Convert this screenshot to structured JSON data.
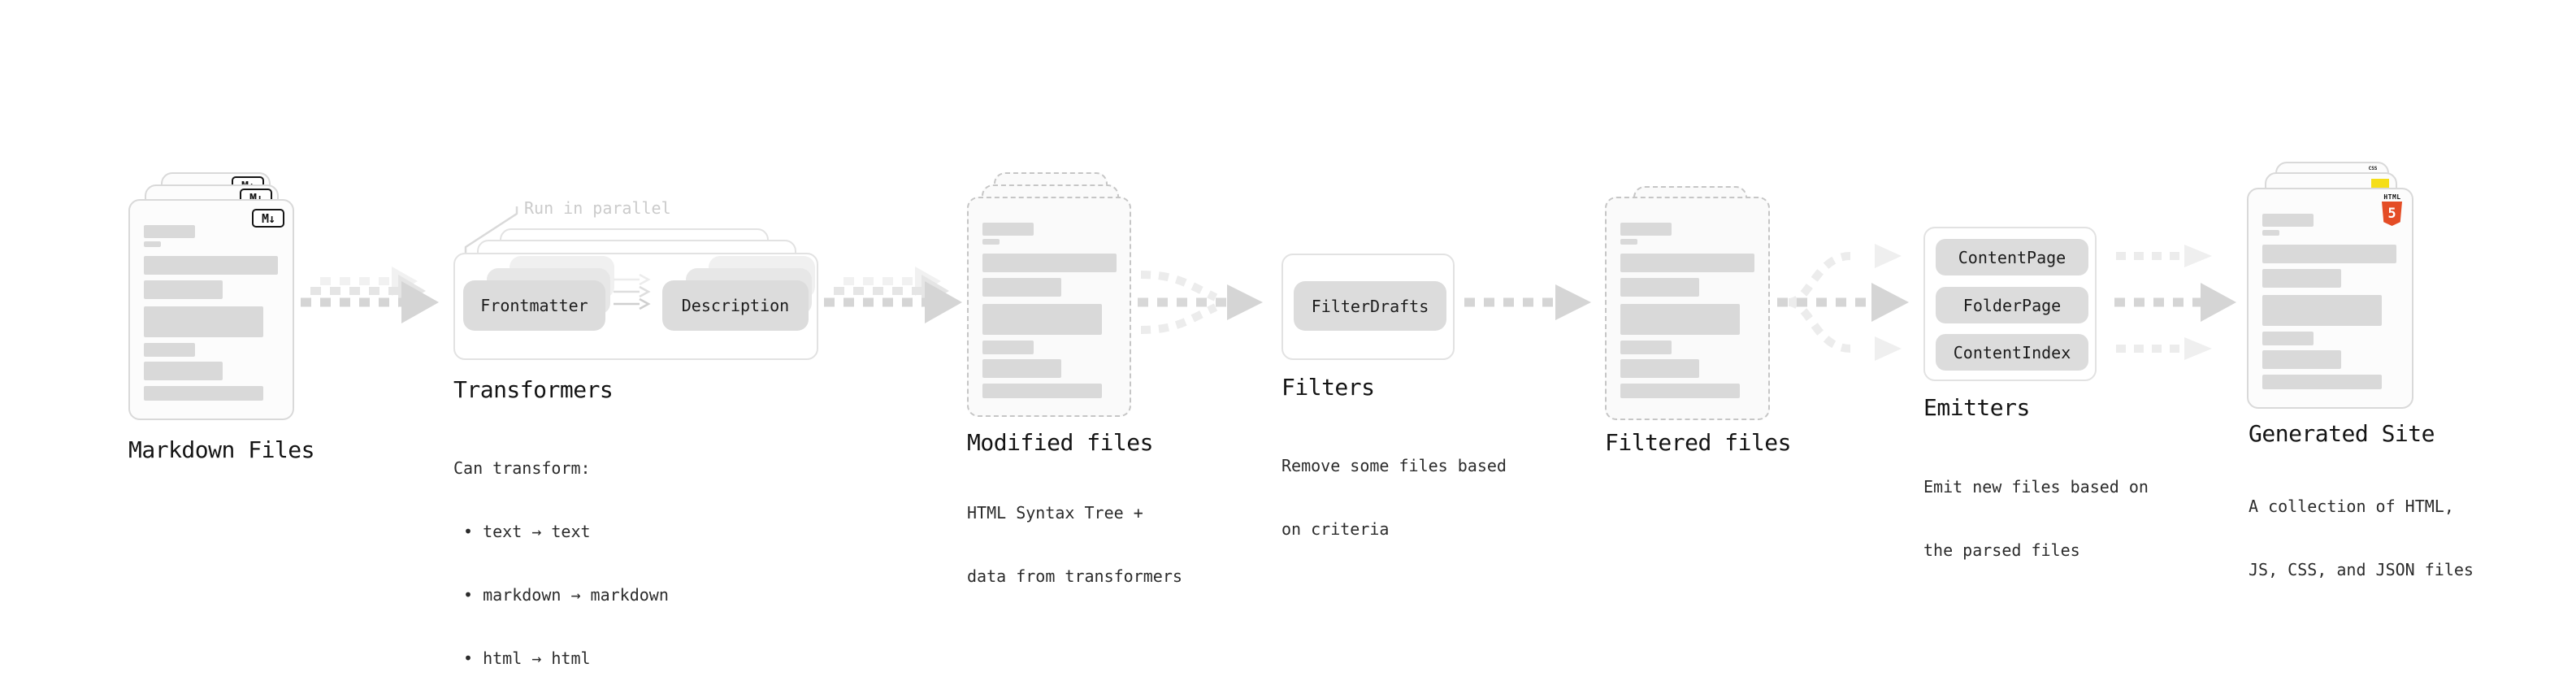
{
  "pipeline": {
    "markdown_files": {
      "label": "Markdown Files",
      "file_icon_text": "M↓"
    },
    "transformers": {
      "title": "Transformers",
      "annotation": "Run in parallel",
      "input_pill": "Frontmatter",
      "output_pill": "Description",
      "desc_heading": "Can transform:",
      "bullet_char": "•",
      "bullets": [
        "text → text",
        "markdown → markdown",
        "html → html"
      ]
    },
    "modified_files": {
      "label": "Modified files",
      "desc_lines": [
        "HTML Syntax Tree +",
        "data from transformers"
      ]
    },
    "filters": {
      "title": "Filters",
      "pill": "FilterDrafts",
      "desc_lines": [
        "Remove some files based",
        "on criteria"
      ]
    },
    "filtered_files": {
      "label": "Filtered files"
    },
    "emitters": {
      "title": "Emitters",
      "pills": [
        "ContentPage",
        "FolderPage",
        "ContentIndex"
      ],
      "desc_lines": [
        "Emit new files based on",
        "the parsed files"
      ]
    },
    "generated_site": {
      "label": "Generated Site",
      "desc_lines": [
        "A collection of HTML,",
        "JS, CSS, and JSON files"
      ],
      "html5_icon_label": "HTML",
      "html5_icon_number": "5",
      "css_icon_label": "CSS"
    }
  },
  "colors": {
    "arrow_main": "#d5d5d5",
    "arrow_mid": "#e5e5e5",
    "arrow_faint": "#f1f1f1",
    "content_bar": "#d9d9d9",
    "pill_bg": "#dcdcdc",
    "html5_orange": "#e44d26",
    "js_yellow": "#f5de19",
    "css_blue": "#2962ea"
  }
}
